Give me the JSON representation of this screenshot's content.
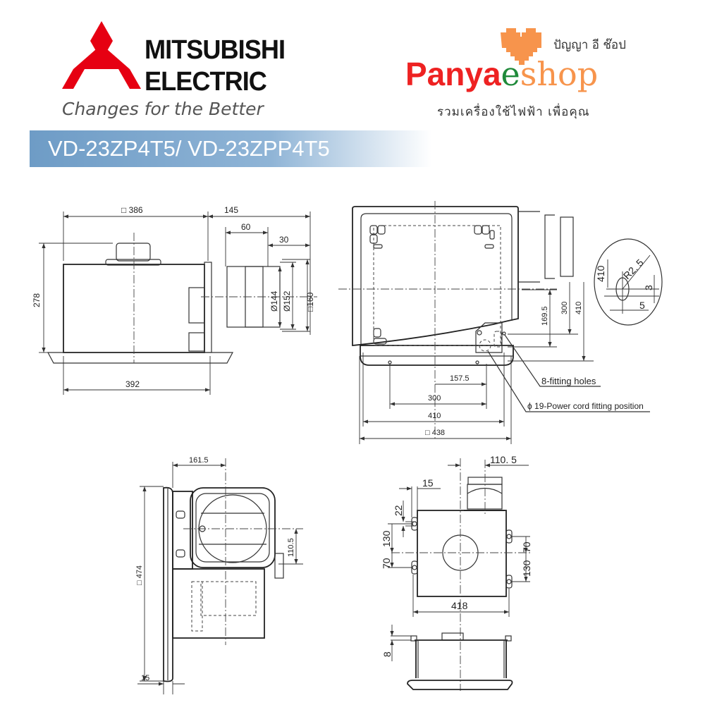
{
  "brand": {
    "name_line1": "MITSUBISHI",
    "name_line2": "ELECTRIC",
    "tagline": "Changes for the Better",
    "logo_color": "#e60012"
  },
  "model": {
    "title": "VD-23ZP4T5/ VD-23ZPP4T5",
    "bar_color": "#7aa5cd"
  },
  "shop": {
    "name_part1": "Panya",
    "name_part2": "e",
    "name_part3": "shop",
    "thai_name": "ปัญญา อี ช๊อป",
    "thai_slogan": "รวมเครื่องใช้ไฟฟ้า เพื่อคุณ",
    "heart_color": "#f7944c"
  },
  "drawings": {
    "side_view": {
      "d386": "□ 386",
      "d145": "145",
      "d60": "60",
      "d30": "30",
      "d278": "278",
      "d144": "Ø144",
      "d152": "Ø152",
      "d160": "□160",
      "d392": "392"
    },
    "bottom_view": {
      "d157": "157.5",
      "d300": "300",
      "d410": "410",
      "d438": "□ 438",
      "d169": "169.5",
      "dv300": "300",
      "dv410": "410",
      "note_holes": "8-fitting holes",
      "note_cord": "ϕ 19-Power cord fitting position",
      "detail": {
        "d410": "410",
        "r": "R2. 5",
        "d3": "3",
        "d5": "5"
      }
    },
    "front_view": {
      "d161": "161.5",
      "d110": "110.5",
      "d474": "□ 474",
      "d15": "15"
    },
    "top_view": {
      "d110": "110. 5",
      "d15": "15",
      "d22": "22",
      "d70a": "70",
      "d130a": "130",
      "d130b": "130",
      "d70b": "70",
      "d418": "418",
      "d8": "8"
    }
  }
}
